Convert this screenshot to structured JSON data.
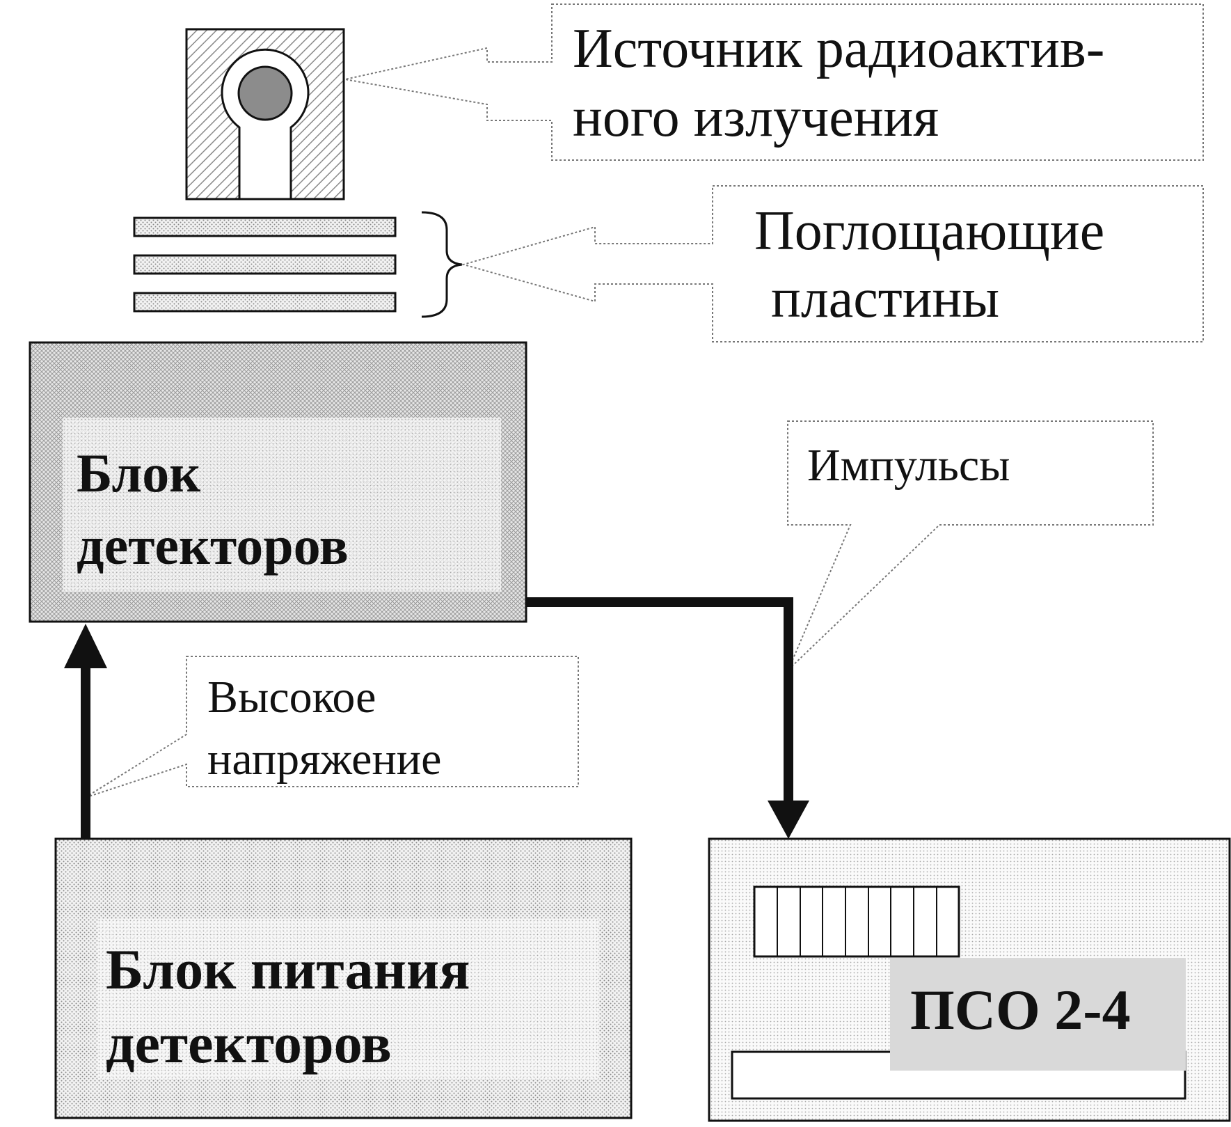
{
  "callouts": {
    "source": {
      "line1": "Источник радиоактив-",
      "line2": "ного излучения"
    },
    "plates": {
      "line1": "Поглощающие",
      "line2": "пластины"
    },
    "pulses": {
      "line1": "Импульсы"
    },
    "high_voltage": {
      "line1": "Высокое",
      "line2": "напряжение"
    }
  },
  "blocks": {
    "detector_block": {
      "line1": "Блок",
      "line2": "детекторов"
    },
    "power_block": {
      "line1": "Блок питания",
      "line2": "детекторов"
    },
    "counter_block": {
      "label": "ПСО 2-4"
    }
  },
  "colors": {
    "ink": "#111111",
    "hatch": "#8a8a8a",
    "source_core": "#8c8c8c",
    "shaded_label_bg": "#d9d9d9",
    "callout_border": "#777777"
  }
}
